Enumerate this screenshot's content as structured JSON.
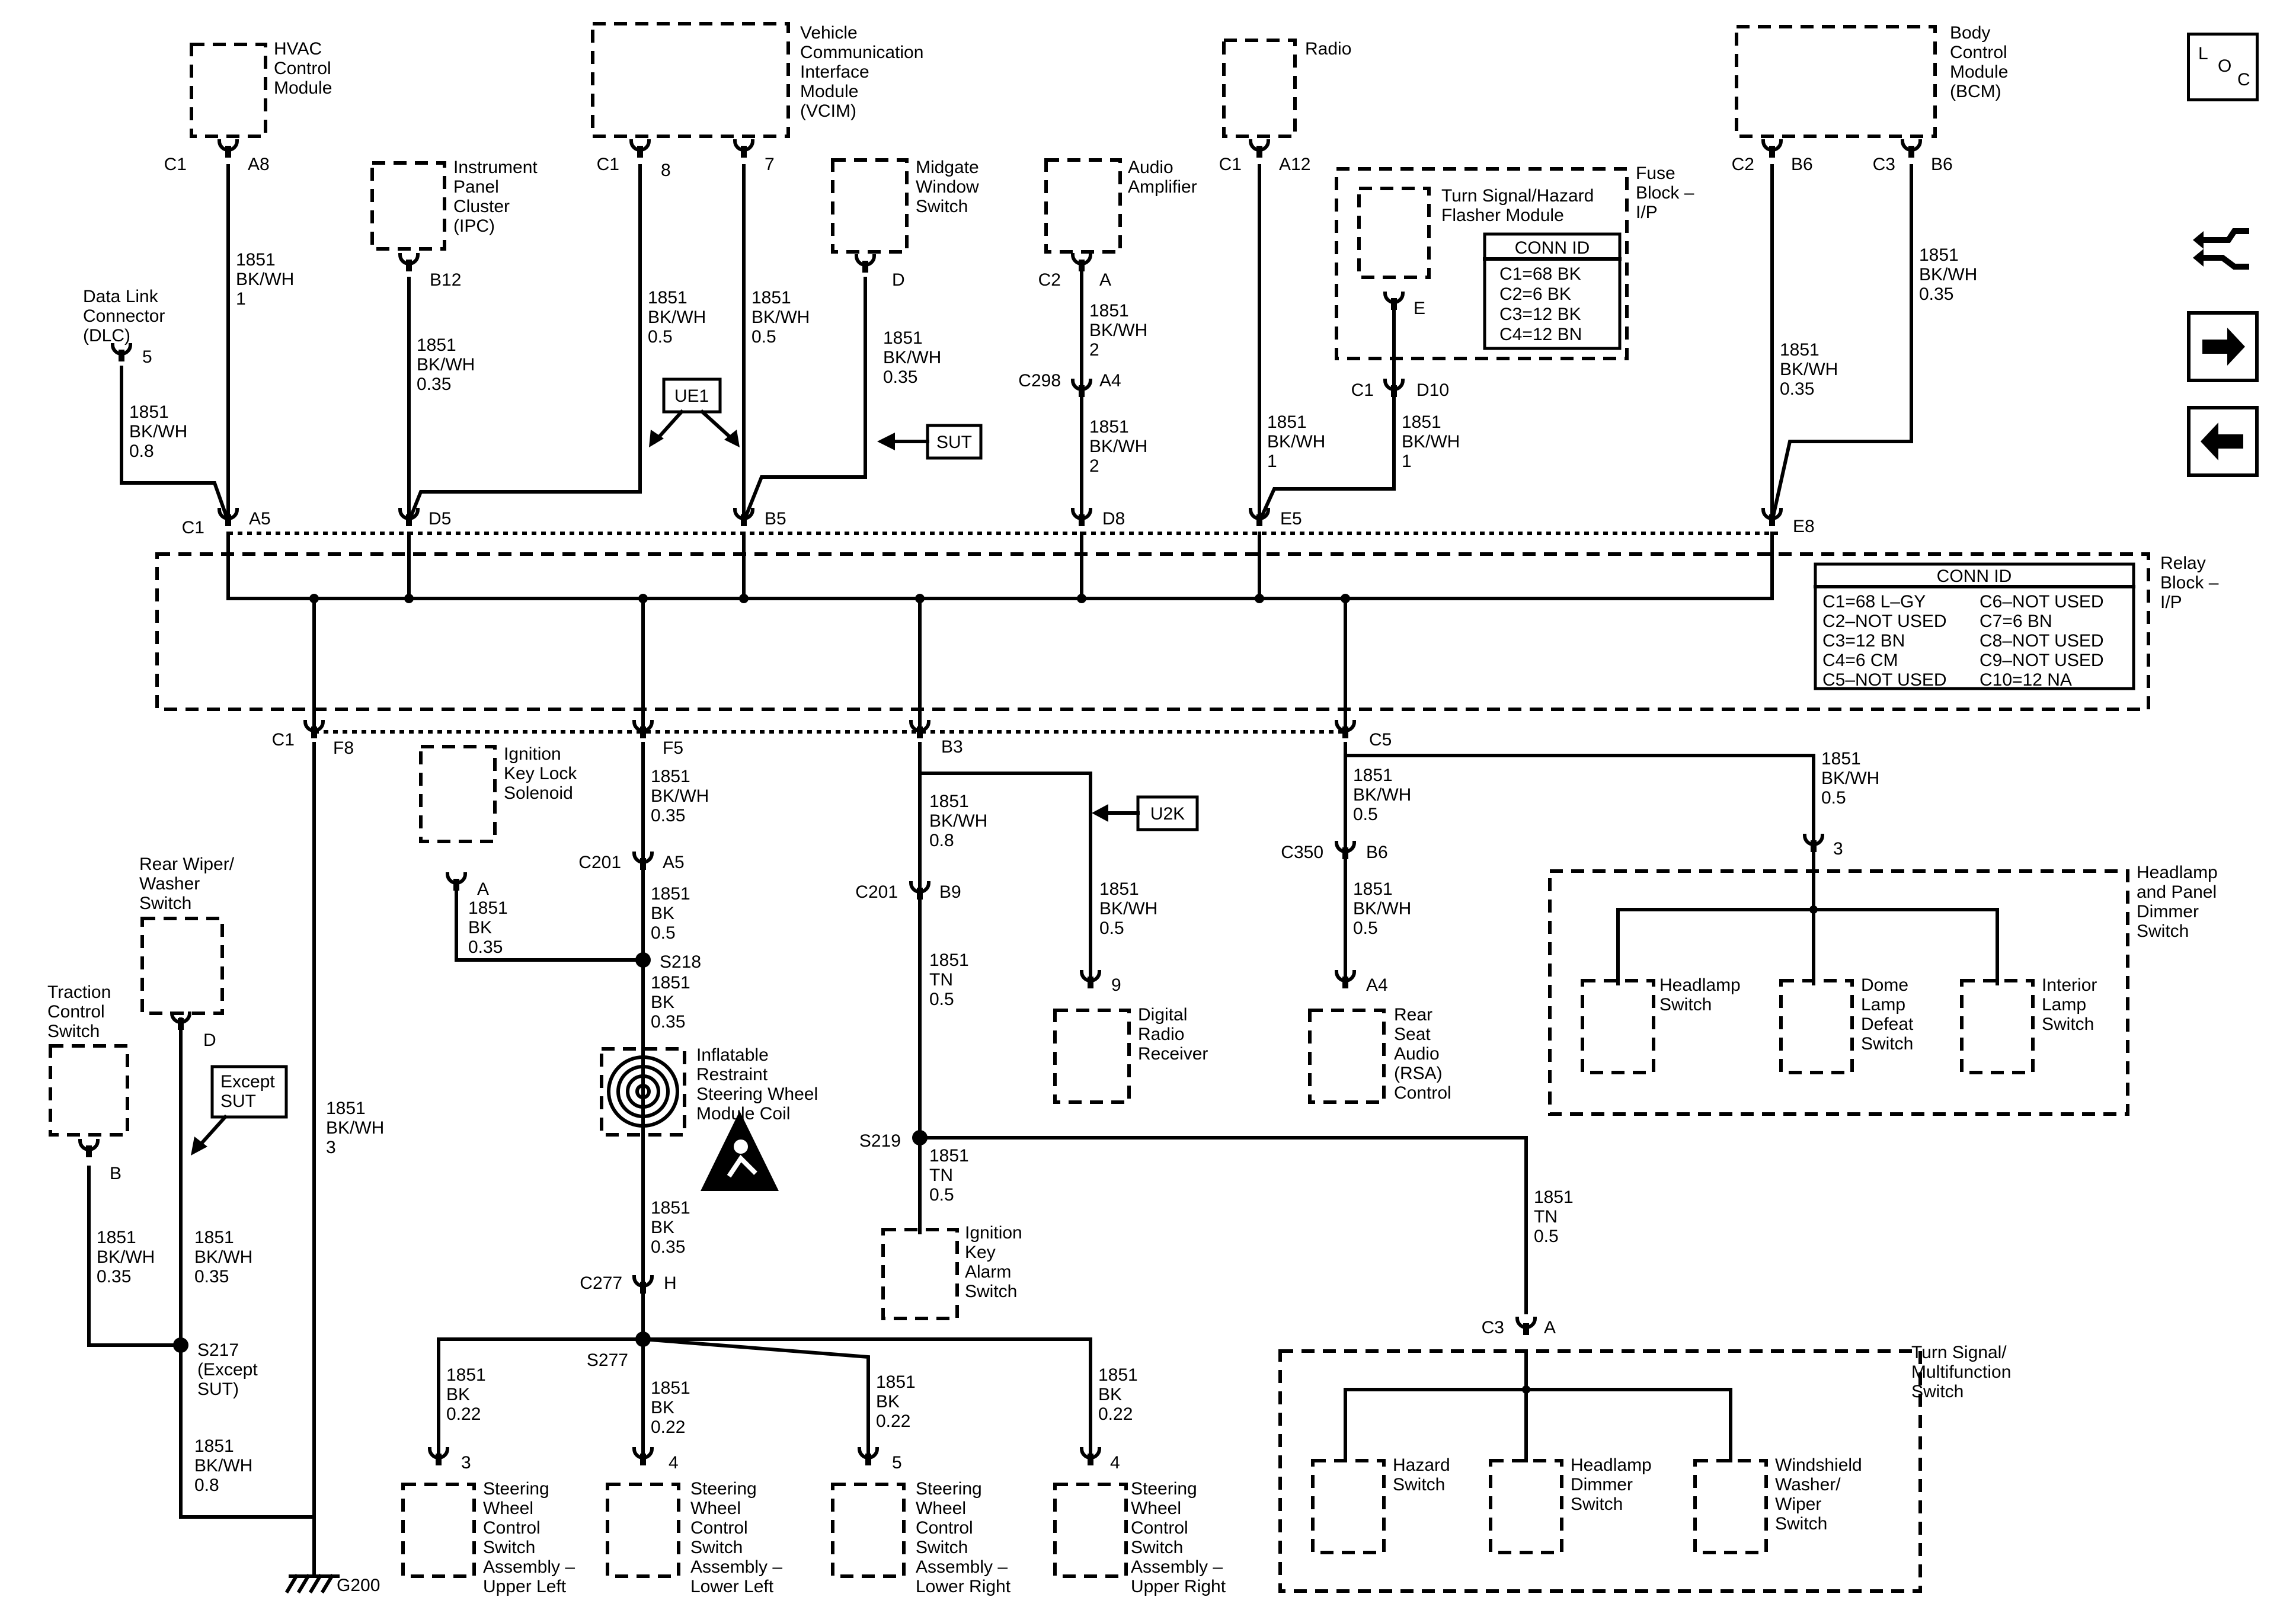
{
  "labels": [
    {
      "id": "lbl-hvac-control-module",
      "lines": [
        "HVAC",
        "Control",
        "Module"
      ]
    },
    {
      "id": "lbl-vcim",
      "lines": [
        "Vehicle",
        "Communication",
        "Interface",
        "Module",
        "(VCIM)"
      ]
    },
    {
      "id": "lbl-radio",
      "lines": [
        "Radio"
      ]
    },
    {
      "id": "lbl-bcm",
      "lines": [
        "Body",
        "Control",
        "Module",
        "(BCM)"
      ]
    },
    {
      "id": "lbl-ipc",
      "lines": [
        "Instrument",
        "Panel",
        "Cluster",
        "(IPC)"
      ]
    },
    {
      "id": "lbl-midgate",
      "lines": [
        "Midgate",
        "Window",
        "Switch"
      ]
    },
    {
      "id": "lbl-audio-amp",
      "lines": [
        "Audio",
        "Amplifier"
      ]
    },
    {
      "id": "lbl-turn-flasher",
      "lines": [
        "Turn Signal/Hazard",
        "Flasher Module"
      ]
    },
    {
      "id": "lbl-fuse-block",
      "lines": [
        "Fuse",
        "Block –",
        "I/P"
      ]
    },
    {
      "id": "lbl-dlc",
      "lines": [
        "Data Link",
        "Connector",
        "(DLC)"
      ]
    },
    {
      "id": "lbl-relay-block",
      "lines": [
        "Relay",
        "Block –",
        "I/P"
      ]
    },
    {
      "id": "lbl-ign-key-lock",
      "lines": [
        "Ignition",
        "Key Lock",
        "Solenoid"
      ]
    },
    {
      "id": "lbl-rear-wiper",
      "lines": [
        "Rear Wiper/",
        "Washer",
        "Switch"
      ]
    },
    {
      "id": "lbl-traction",
      "lines": [
        "Traction",
        "Control",
        "Switch"
      ]
    },
    {
      "id": "lbl-inflatable",
      "lines": [
        "Inflatable",
        "Restraint",
        "Steering Wheel",
        "Module Coil"
      ]
    },
    {
      "id": "lbl-digital-radio",
      "lines": [
        "Digital",
        "Radio",
        "Receiver"
      ]
    },
    {
      "id": "lbl-rsa",
      "lines": [
        "Rear",
        "Seat",
        "Audio",
        "(RSA)",
        "Control"
      ]
    },
    {
      "id": "lbl-headlamp-panel-dimmer",
      "lines": [
        "Headlamp",
        "and Panel",
        "Dimmer",
        "Switch"
      ]
    },
    {
      "id": "lbl-headlamp-switch",
      "lines": [
        "Headlamp",
        "Switch"
      ]
    },
    {
      "id": "lbl-dome-lamp",
      "lines": [
        "Dome",
        "Lamp",
        "Defeat",
        "Switch"
      ]
    },
    {
      "id": "lbl-interior-lamp",
      "lines": [
        "Interior",
        "Lamp",
        "Switch"
      ]
    },
    {
      "id": "lbl-ign-key-alarm",
      "lines": [
        "Ignition",
        "Key",
        "Alarm",
        "Switch"
      ]
    },
    {
      "id": "lbl-turn-multifunction",
      "lines": [
        "Turn Signal/",
        "Multifunction",
        "Switch"
      ]
    },
    {
      "id": "lbl-hazard-switch",
      "lines": [
        "Hazard",
        "Switch"
      ]
    },
    {
      "id": "lbl-headlamp-dimmer",
      "lines": [
        "Headlamp",
        "Dimmer",
        "Switch"
      ]
    },
    {
      "id": "lbl-windshield",
      "lines": [
        "Windshield",
        "Washer/",
        "Wiper",
        "Switch"
      ]
    },
    {
      "id": "lbl-sw-upper-left",
      "lines": [
        "Steering",
        "Wheel",
        "Control",
        "Switch",
        "Assembly –",
        "Upper Left"
      ]
    },
    {
      "id": "lbl-sw-lower-left",
      "lines": [
        "Steering",
        "Wheel",
        "Control",
        "Switch",
        "Assembly –",
        "Lower Left"
      ]
    },
    {
      "id": "lbl-sw-lower-right",
      "lines": [
        "Steering",
        "Wheel",
        "Control",
        "Switch",
        "Assembly –",
        "Lower Right"
      ]
    },
    {
      "id": "lbl-sw-upper-right",
      "lines": [
        "Steering",
        "Wheel",
        "Control",
        "Switch",
        "Assembly –",
        "Upper Right"
      ]
    },
    {
      "id": "lbl-s217-note",
      "lines": [
        "S217",
        "(Except",
        "SUT)"
      ]
    }
  ],
  "wire_specs": [
    {
      "id": "wire-hvac",
      "lines": [
        "1851",
        "BK/WH",
        "1"
      ]
    },
    {
      "id": "wire-ipc",
      "lines": [
        "1851",
        "BK/WH",
        "0.35"
      ]
    },
    {
      "id": "wire-vcim-8",
      "lines": [
        "1851",
        "BK/WH",
        "0.5"
      ]
    },
    {
      "id": "wire-vcim-7",
      "lines": [
        "1851",
        "BK/WH",
        "0.5"
      ]
    },
    {
      "id": "wire-midgate",
      "lines": [
        "1851",
        "BK/WH",
        "0.35"
      ]
    },
    {
      "id": "wire-amp-upper",
      "lines": [
        "1851",
        "BK/WH",
        "2"
      ]
    },
    {
      "id": "wire-amp-lower",
      "lines": [
        "1851",
        "BK/WH",
        "2"
      ]
    },
    {
      "id": "wire-radio",
      "lines": [
        "1851",
        "BK/WH",
        "1"
      ]
    },
    {
      "id": "wire-flasher",
      "lines": [
        "1851",
        "BK/WH",
        "1"
      ]
    },
    {
      "id": "wire-bcm-b6",
      "lines": [
        "1851",
        "BK/WH",
        "0.35"
      ]
    },
    {
      "id": "wire-bcm-c3",
      "lines": [
        "1851",
        "BK/WH",
        "0.35"
      ]
    },
    {
      "id": "wire-dlc",
      "lines": [
        "1851",
        "BK/WH",
        "0.8"
      ]
    },
    {
      "id": "wire-f5",
      "lines": [
        "1851",
        "BK/WH",
        "0.35"
      ]
    },
    {
      "id": "wire-a5-lower",
      "lines": [
        "1851",
        "BK",
        "0.5"
      ]
    },
    {
      "id": "wire-key-lock",
      "lines": [
        "1851",
        "BK",
        "0.35"
      ]
    },
    {
      "id": "wire-s218",
      "lines": [
        "1851",
        "BK",
        "0.35"
      ]
    },
    {
      "id": "wire-coil-lower",
      "lines": [
        "1851",
        "BK",
        "0.35"
      ]
    },
    {
      "id": "wire-b3",
      "lines": [
        "1851",
        "BK/WH",
        "0.8"
      ]
    },
    {
      "id": "wire-digital-radio",
      "lines": [
        "1851",
        "BK/WH",
        "0.5"
      ]
    },
    {
      "id": "wire-b9",
      "lines": [
        "1851",
        "TN",
        "0.5"
      ]
    },
    {
      "id": "wire-s219-down",
      "lines": [
        "1851",
        "TN",
        "0.5"
      ]
    },
    {
      "id": "wire-s219-right",
      "lines": [
        "1851",
        "TN",
        "0.5"
      ]
    },
    {
      "id": "wire-c5",
      "lines": [
        "1851",
        "BK/WH",
        "0.5"
      ]
    },
    {
      "id": "wire-c5-right",
      "lines": [
        "1851",
        "BK/WH",
        "0.5"
      ]
    },
    {
      "id": "wire-rsa",
      "lines": [
        "1851",
        "BK/WH",
        "0.5"
      ]
    },
    {
      "id": "wire-f8",
      "lines": [
        "1851",
        "BK/WH",
        "3"
      ]
    },
    {
      "id": "wire-traction",
      "lines": [
        "1851",
        "BK/WH",
        "0.35"
      ]
    },
    {
      "id": "wire-rear-wiper",
      "lines": [
        "1851",
        "BK/WH",
        "0.35"
      ]
    },
    {
      "id": "wire-s217-down",
      "lines": [
        "1851",
        "BK/WH",
        "0.8"
      ]
    },
    {
      "id": "wire-sw-ul",
      "lines": [
        "1851",
        "BK",
        "0.22"
      ]
    },
    {
      "id": "wire-sw-ll",
      "lines": [
        "1851",
        "BK",
        "0.22"
      ]
    },
    {
      "id": "wire-sw-lr",
      "lines": [
        "1851",
        "BK",
        "0.22"
      ]
    },
    {
      "id": "wire-sw-ur",
      "lines": [
        "1851",
        "BK",
        "0.22"
      ]
    }
  ],
  "connectors": [
    {
      "id": "hvac-c1",
      "t": "C1"
    },
    {
      "id": "hvac-a8",
      "t": "A8"
    },
    {
      "id": "vcim-c1",
      "t": "C1"
    },
    {
      "id": "vcim-8",
      "t": "8"
    },
    {
      "id": "vcim-7",
      "t": "7"
    },
    {
      "id": "ipc-b12",
      "t": "B12"
    },
    {
      "id": "midgate-d",
      "t": "D"
    },
    {
      "id": "amp-c2",
      "t": "C2"
    },
    {
      "id": "amp-a",
      "t": "A"
    },
    {
      "id": "c298",
      "t": "C298"
    },
    {
      "id": "c298-a4",
      "t": "A4"
    },
    {
      "id": "radio-c1",
      "t": "C1"
    },
    {
      "id": "radio-a12",
      "t": "A12"
    },
    {
      "id": "flasher-e",
      "t": "E"
    },
    {
      "id": "fuse-c1",
      "t": "C1"
    },
    {
      "id": "fuse-d10",
      "t": "D10"
    },
    {
      "id": "bcm-c2",
      "t": "C2"
    },
    {
      "id": "bcm-b6a",
      "t": "B6"
    },
    {
      "id": "bcm-c3",
      "t": "C3"
    },
    {
      "id": "bcm-b6b",
      "t": "B6"
    },
    {
      "id": "dlc-5",
      "t": "5"
    },
    {
      "id": "rb-c1",
      "t": "C1"
    },
    {
      "id": "rb-a5",
      "t": "A5"
    },
    {
      "id": "rb-d5",
      "t": "D5"
    },
    {
      "id": "rb-b5",
      "t": "B5"
    },
    {
      "id": "rb-d8",
      "t": "D8"
    },
    {
      "id": "rb-e5",
      "t": "E5"
    },
    {
      "id": "rb-e8",
      "t": "E8"
    },
    {
      "id": "rb-c1-low",
      "t": "C1"
    },
    {
      "id": "rb-f8",
      "t": "F8"
    },
    {
      "id": "rb-f5",
      "t": "F5"
    },
    {
      "id": "rb-b3",
      "t": "B3"
    },
    {
      "id": "rb-c5",
      "t": "C5"
    },
    {
      "id": "c201a",
      "t": "C201"
    },
    {
      "id": "c201a-a5",
      "t": "A5"
    },
    {
      "id": "c201b",
      "t": "C201"
    },
    {
      "id": "c201b-b9",
      "t": "B9"
    },
    {
      "id": "c350",
      "t": "C350"
    },
    {
      "id": "c350-b6",
      "t": "B6"
    },
    {
      "id": "rsa-a4",
      "t": "A4"
    },
    {
      "id": "key-lock-a",
      "t": "A"
    },
    {
      "id": "s218",
      "t": "S218"
    },
    {
      "id": "s219",
      "t": "S219"
    },
    {
      "id": "digital-9",
      "t": "9"
    },
    {
      "id": "hp-3",
      "t": "3"
    },
    {
      "id": "c277",
      "t": "C277"
    },
    {
      "id": "c277-h",
      "t": "H"
    },
    {
      "id": "s277",
      "t": "S277"
    },
    {
      "id": "sw-ul-3",
      "t": "3"
    },
    {
      "id": "sw-ll-4",
      "t": "4"
    },
    {
      "id": "sw-lr-5",
      "t": "5"
    },
    {
      "id": "sw-ur-4",
      "t": "4"
    },
    {
      "id": "c3",
      "t": "C3"
    },
    {
      "id": "c3-a",
      "t": "A"
    },
    {
      "id": "traction-b",
      "t": "B"
    },
    {
      "id": "rear-wiper-d",
      "t": "D"
    },
    {
      "id": "g200",
      "t": "G200"
    }
  ],
  "callouts": [
    {
      "id": "callout-ue1",
      "t": "UE1"
    },
    {
      "id": "callout-sut",
      "t": "SUT"
    },
    {
      "id": "callout-u2k",
      "t": "U2K"
    },
    {
      "id": "callout-except-sut",
      "lines": [
        "Except",
        "SUT"
      ]
    }
  ],
  "conn_id_fuse": {
    "title": "CONN ID",
    "rows": [
      "C1=68 BK",
      "C2=6 BK",
      "C3=12 BK",
      "C4=12 BN"
    ]
  },
  "conn_id_relay": {
    "title": "CONN ID",
    "col1": [
      "C1=68 L–GY",
      "C2–NOT USED",
      "C3=12 BN",
      "C4=6 CM",
      "C5–NOT USED"
    ],
    "col2": [
      "C6–NOT USED",
      "C7=6 BN",
      "C8–NOT USED",
      "C9–NOT USED",
      "C10=12 NA"
    ]
  },
  "loc_icon": {
    "l": "L",
    "o": "O",
    "c": "C"
  }
}
